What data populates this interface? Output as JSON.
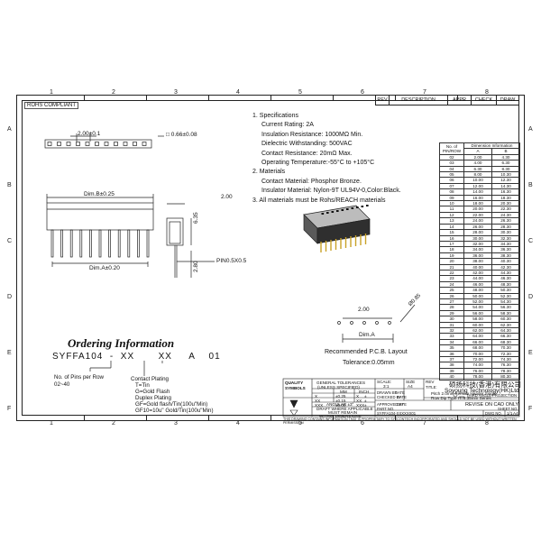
{
  "rohs": "ROHS COMPLIANT",
  "ruler": {
    "numbers": [
      "1",
      "2",
      "3",
      "4",
      "5",
      "6",
      "7",
      "8"
    ],
    "letters": [
      "A",
      "B",
      "C",
      "D",
      "E",
      "F"
    ]
  },
  "revision": {
    "rev": "REV",
    "description": "DESCRIPTION",
    "appr": "APPR",
    "check": "CHECK",
    "draw": "DRAW"
  },
  "specs": [
    {
      "text": "1.  Specifications",
      "indent": false
    },
    {
      "text": "Current Rating: 2A",
      "indent": true
    },
    {
      "text": "Insulation Resistance: 1000MΩ Min.",
      "indent": true
    },
    {
      "text": "Dielectric Withstanding: 500VAC",
      "indent": true
    },
    {
      "text": "Contact Resistance: 20mΩ Max.",
      "indent": true
    },
    {
      "text": "Operating Temperature:-55°C to +105°C",
      "indent": true
    },
    {
      "text": "2.  Materials",
      "indent": false
    },
    {
      "text": "Contact Material: Phosphor Bronze.",
      "indent": true
    },
    {
      "text": "Insulator Material: Nylon-9T UL94V-0,Color:Black.",
      "indent": true
    },
    {
      "text": "3.  All materials must be Rohs/REACH materials",
      "indent": false
    }
  ],
  "dims": {
    "dim_pitch": "2.00±0.1",
    "dim_pin": "□ 0.66±0.08",
    "dim_b": "Dim.B±0.25",
    "dim_a": "Dim.A±0.20",
    "dim_200": "2.00",
    "dim_635": "6.35",
    "dim_280": "2.80",
    "pin_note": "PIN0.5X0.5",
    "pcb_200": "2.00",
    "pcb_hole": "Ø0.85",
    "pcb_dima": "Dim.A",
    "pcb_title": "Recommended P.C.B. Layout",
    "pcb_tol": "Tolerance:0.05mm"
  },
  "dim_table": {
    "header_no": "No. of\nPIN/ROW",
    "header_dim": "Dimension Information",
    "header_a": "A",
    "header_b": "B",
    "rows": [
      [
        "02",
        "2.00",
        "4.30"
      ],
      [
        "03",
        "4.00",
        "6.30"
      ],
      [
        "04",
        "6.30",
        "8.30"
      ],
      [
        "05",
        "8.00",
        "10.30"
      ],
      [
        "06",
        "10.00",
        "12.30"
      ],
      [
        "07",
        "12.00",
        "14.30"
      ],
      [
        "08",
        "14.00",
        "16.30"
      ],
      [
        "09",
        "16.00",
        "18.30"
      ],
      [
        "10",
        "18.00",
        "20.30"
      ],
      [
        "11",
        "20.00",
        "22.30"
      ],
      [
        "12",
        "22.00",
        "24.30"
      ],
      [
        "13",
        "24.00",
        "26.30"
      ],
      [
        "14",
        "26.00",
        "28.30"
      ],
      [
        "15",
        "28.00",
        "30.30"
      ],
      [
        "16",
        "30.00",
        "32.30"
      ],
      [
        "17",
        "32.00",
        "34.30"
      ],
      [
        "18",
        "34.00",
        "36.30"
      ],
      [
        "19",
        "36.00",
        "38.30"
      ],
      [
        "20",
        "38.00",
        "40.30"
      ],
      [
        "21",
        "40.00",
        "42.30"
      ],
      [
        "22",
        "42.00",
        "44.30"
      ],
      [
        "23",
        "44.00",
        "46.30"
      ],
      [
        "24",
        "46.00",
        "48.30"
      ],
      [
        "25",
        "48.00",
        "50.30"
      ],
      [
        "26",
        "50.00",
        "52.30"
      ],
      [
        "27",
        "52.00",
        "54.30"
      ],
      [
        "28",
        "54.00",
        "56.30"
      ],
      [
        "29",
        "56.00",
        "58.30"
      ],
      [
        "30",
        "58.00",
        "60.30"
      ],
      [
        "31",
        "60.00",
        "62.30"
      ],
      [
        "32",
        "62.00",
        "64.30"
      ],
      [
        "33",
        "64.00",
        "66.30"
      ],
      [
        "34",
        "66.00",
        "68.30"
      ],
      [
        "35",
        "68.00",
        "70.30"
      ],
      [
        "36",
        "70.00",
        "72.30"
      ],
      [
        "37",
        "72.00",
        "74.30"
      ],
      [
        "38",
        "74.00",
        "76.30"
      ],
      [
        "39",
        "76.00",
        "78.30"
      ],
      [
        "40",
        "78.00",
        "80.30"
      ]
    ]
  },
  "ordering": {
    "title": "Ordering Information",
    "code": "SYFFA104  -  XX       XX     A    01",
    "pins_label": "No. of Pins per Row",
    "pins_range": "02~40",
    "plating_title": "Contact Plating",
    "plating_lines": [
      "T=Tin",
      "G=Gold Flash",
      "Duplex Plating",
      "GF=Gold flash/Tin(100u\"Min)",
      "GF10=10u\" Gold/Tin(100u\"Min)"
    ]
  },
  "title_block": {
    "quality": "QUALITY",
    "symbols": "SYMBOLS",
    "gen_tol": "GENERAL TOLERANCES",
    "unless": "(UNLESS SPECIFIED)",
    "mm": "MM",
    "inch": "INCH",
    "tol_rows": [
      [
        "X",
        "±0.25",
        "X",
        "±"
      ],
      [
        "XX",
        "±0.15",
        "XX",
        "±"
      ],
      [
        "XXX",
        "±0.05",
        "XXX",
        "±"
      ]
    ],
    "angular": "ANGULAR ±3°",
    "draft1": "DRAFT WHERE APPLICABLE",
    "draft2": "MUST REMAIN",
    "draft3": "WITHIN DIMENSIONS",
    "scale_lbl": "SCALE:",
    "scale_val": "3:1",
    "size_lbl": "SIZE",
    "size_val": "A4",
    "rev_lbl": "REV",
    "drawn_by": "DRAWN BY",
    "checked_by": "CHECKED BY",
    "approved_by": "APPROVED BY",
    "date": "DATE",
    "company_cn": "硕扬科技(香港)有限公司",
    "company_en": "Soyoung Technology(HK)Ltd",
    "title_lbl": "TITLE:",
    "title_line1": "Pitch 2.0mm Female Header Single",
    "title_line2": "Row Dip Type H=6.35mm Series",
    "proj": "THIRD ANGLE PROJECTION",
    "revise": "REVISE ON CAD ONLY",
    "part_no_lbl": "PART NO.",
    "part_no": "SYFFA104-XXXXXX01",
    "dwg_lbl": "DWG NO.",
    "sheet_lbl": "SHEET NO.",
    "sheet_val": "1/1",
    "sheet_size": "A4",
    "notice": "THIS DRAWING CONTAINS INFORMATION THAT IS PROPRIETARY TO SYSCONTECH INCORPORATED AND SHOULD NOT BE USED WITHOUT WRITTEN PERMISSION"
  }
}
